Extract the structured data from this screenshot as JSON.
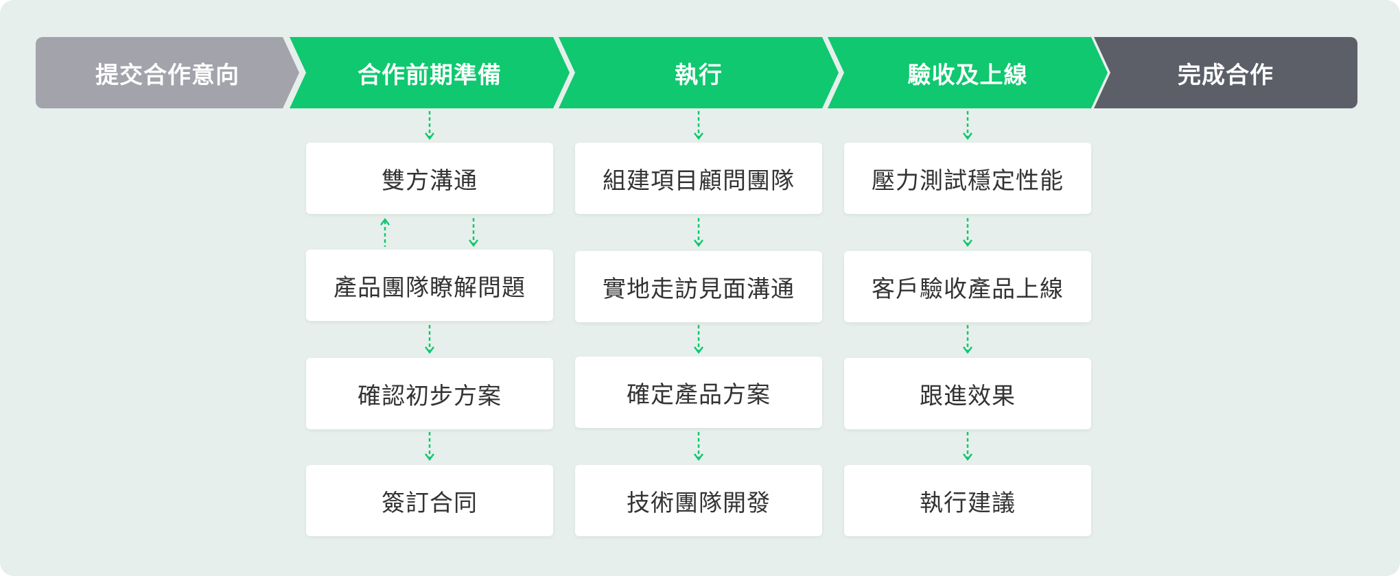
{
  "stages": [
    {
      "label": "提交合作意向",
      "color": "#a3a3ac"
    },
    {
      "label": "合作前期準備",
      "color": "#0fc86f"
    },
    {
      "label": "執行",
      "color": "#0fc86f"
    },
    {
      "label": "驗收及上線",
      "color": "#0fc86f"
    },
    {
      "label": "完成合作",
      "color": "#5c5f68"
    }
  ],
  "columns": [
    {
      "steps": [
        "雙方溝通",
        "產品團隊瞭解問題",
        "確認初步方案",
        "簽訂合同"
      ]
    },
    {
      "steps": [
        "組建項目顧問團隊",
        "實地走訪見面溝通",
        "確定產品方案",
        "技術團隊開發"
      ]
    },
    {
      "steps": [
        "壓力測試穩定性能",
        "客戶驗收產品上線",
        "跟進效果",
        "執行建議"
      ]
    }
  ],
  "colors": {
    "background": "#e6efeb",
    "accent": "#0fc86f",
    "card": "#ffffff",
    "text": "#333333"
  },
  "icons": {
    "connector": "dashed-arrow-down",
    "feedback": "dashed-arrow-up"
  }
}
